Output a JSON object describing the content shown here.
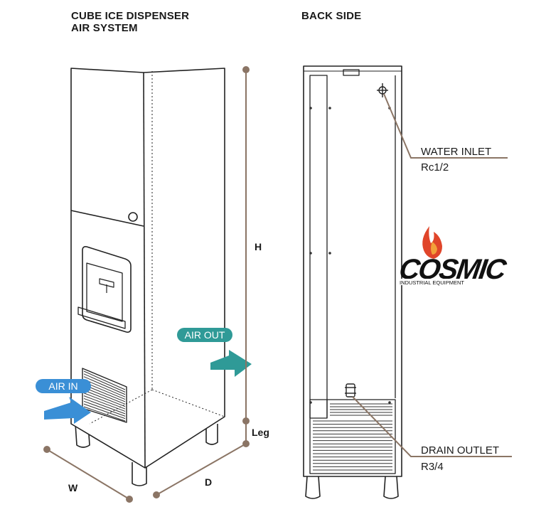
{
  "headings": {
    "front_line1": "CUBE ICE DISPENSER",
    "front_line2": "AIR SYSTEM",
    "back": "BACK SIDE"
  },
  "dimensions": {
    "height": "H",
    "leg": "Leg",
    "width": "W",
    "depth": "D"
  },
  "airflow": {
    "in_label": "AIR IN",
    "out_label": "AIR OUT"
  },
  "connections": {
    "water_inlet": "WATER INLET",
    "water_inlet_size": "Rc1/2",
    "drain_outlet": "DRAIN OUTLET",
    "drain_outlet_size": "R3/4"
  },
  "logo": {
    "name": "COSMIC",
    "tagline": "INDUSTRIAL EQUIPMENT"
  },
  "colors": {
    "line": "#222222",
    "dimension": "#8b7565",
    "air_in": "#3a8fd6",
    "air_out": "#2f9a97",
    "logo_flame": "#e0452a"
  }
}
